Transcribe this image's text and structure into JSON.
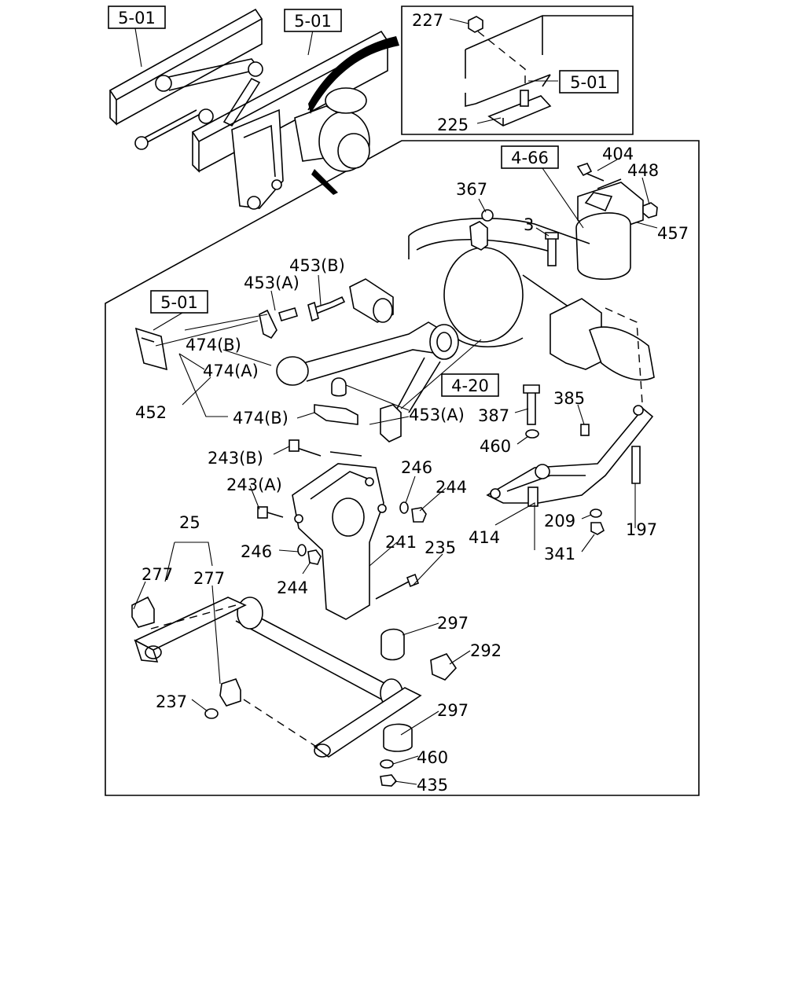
{
  "refs": {
    "r1": "5-01",
    "r2": "5-01",
    "r3": "5-01",
    "r4": "4-66",
    "r5": "5-01",
    "r6": "4-20"
  },
  "callouts": {
    "c227": "227",
    "c225": "225",
    "c404": "404",
    "c448": "448",
    "c457": "457",
    "c367": "367",
    "c3": "3",
    "c453b_top": "453(B)",
    "c453a_top": "453(A)",
    "c474b_top": "474(B)",
    "c474a": "474(A)",
    "c452": "452",
    "c474b_bot": "474(B)",
    "c453a_bot": "453(A)",
    "c385": "385",
    "c387": "387",
    "c460_top": "460",
    "c243b": "243(B)",
    "c246_top": "246",
    "c244_top": "244",
    "c243a": "243(A)",
    "c25": "25",
    "c209": "209",
    "c197": "197",
    "c414": "414",
    "c341": "341",
    "c241": "241",
    "c235": "235",
    "c246_bot": "246",
    "c244_bot": "244",
    "c277_a": "277",
    "c277_b": "277",
    "c297_top": "297",
    "c292": "292",
    "c237": "237",
    "c297_bot": "297",
    "c460_bot": "460",
    "c435": "435"
  }
}
